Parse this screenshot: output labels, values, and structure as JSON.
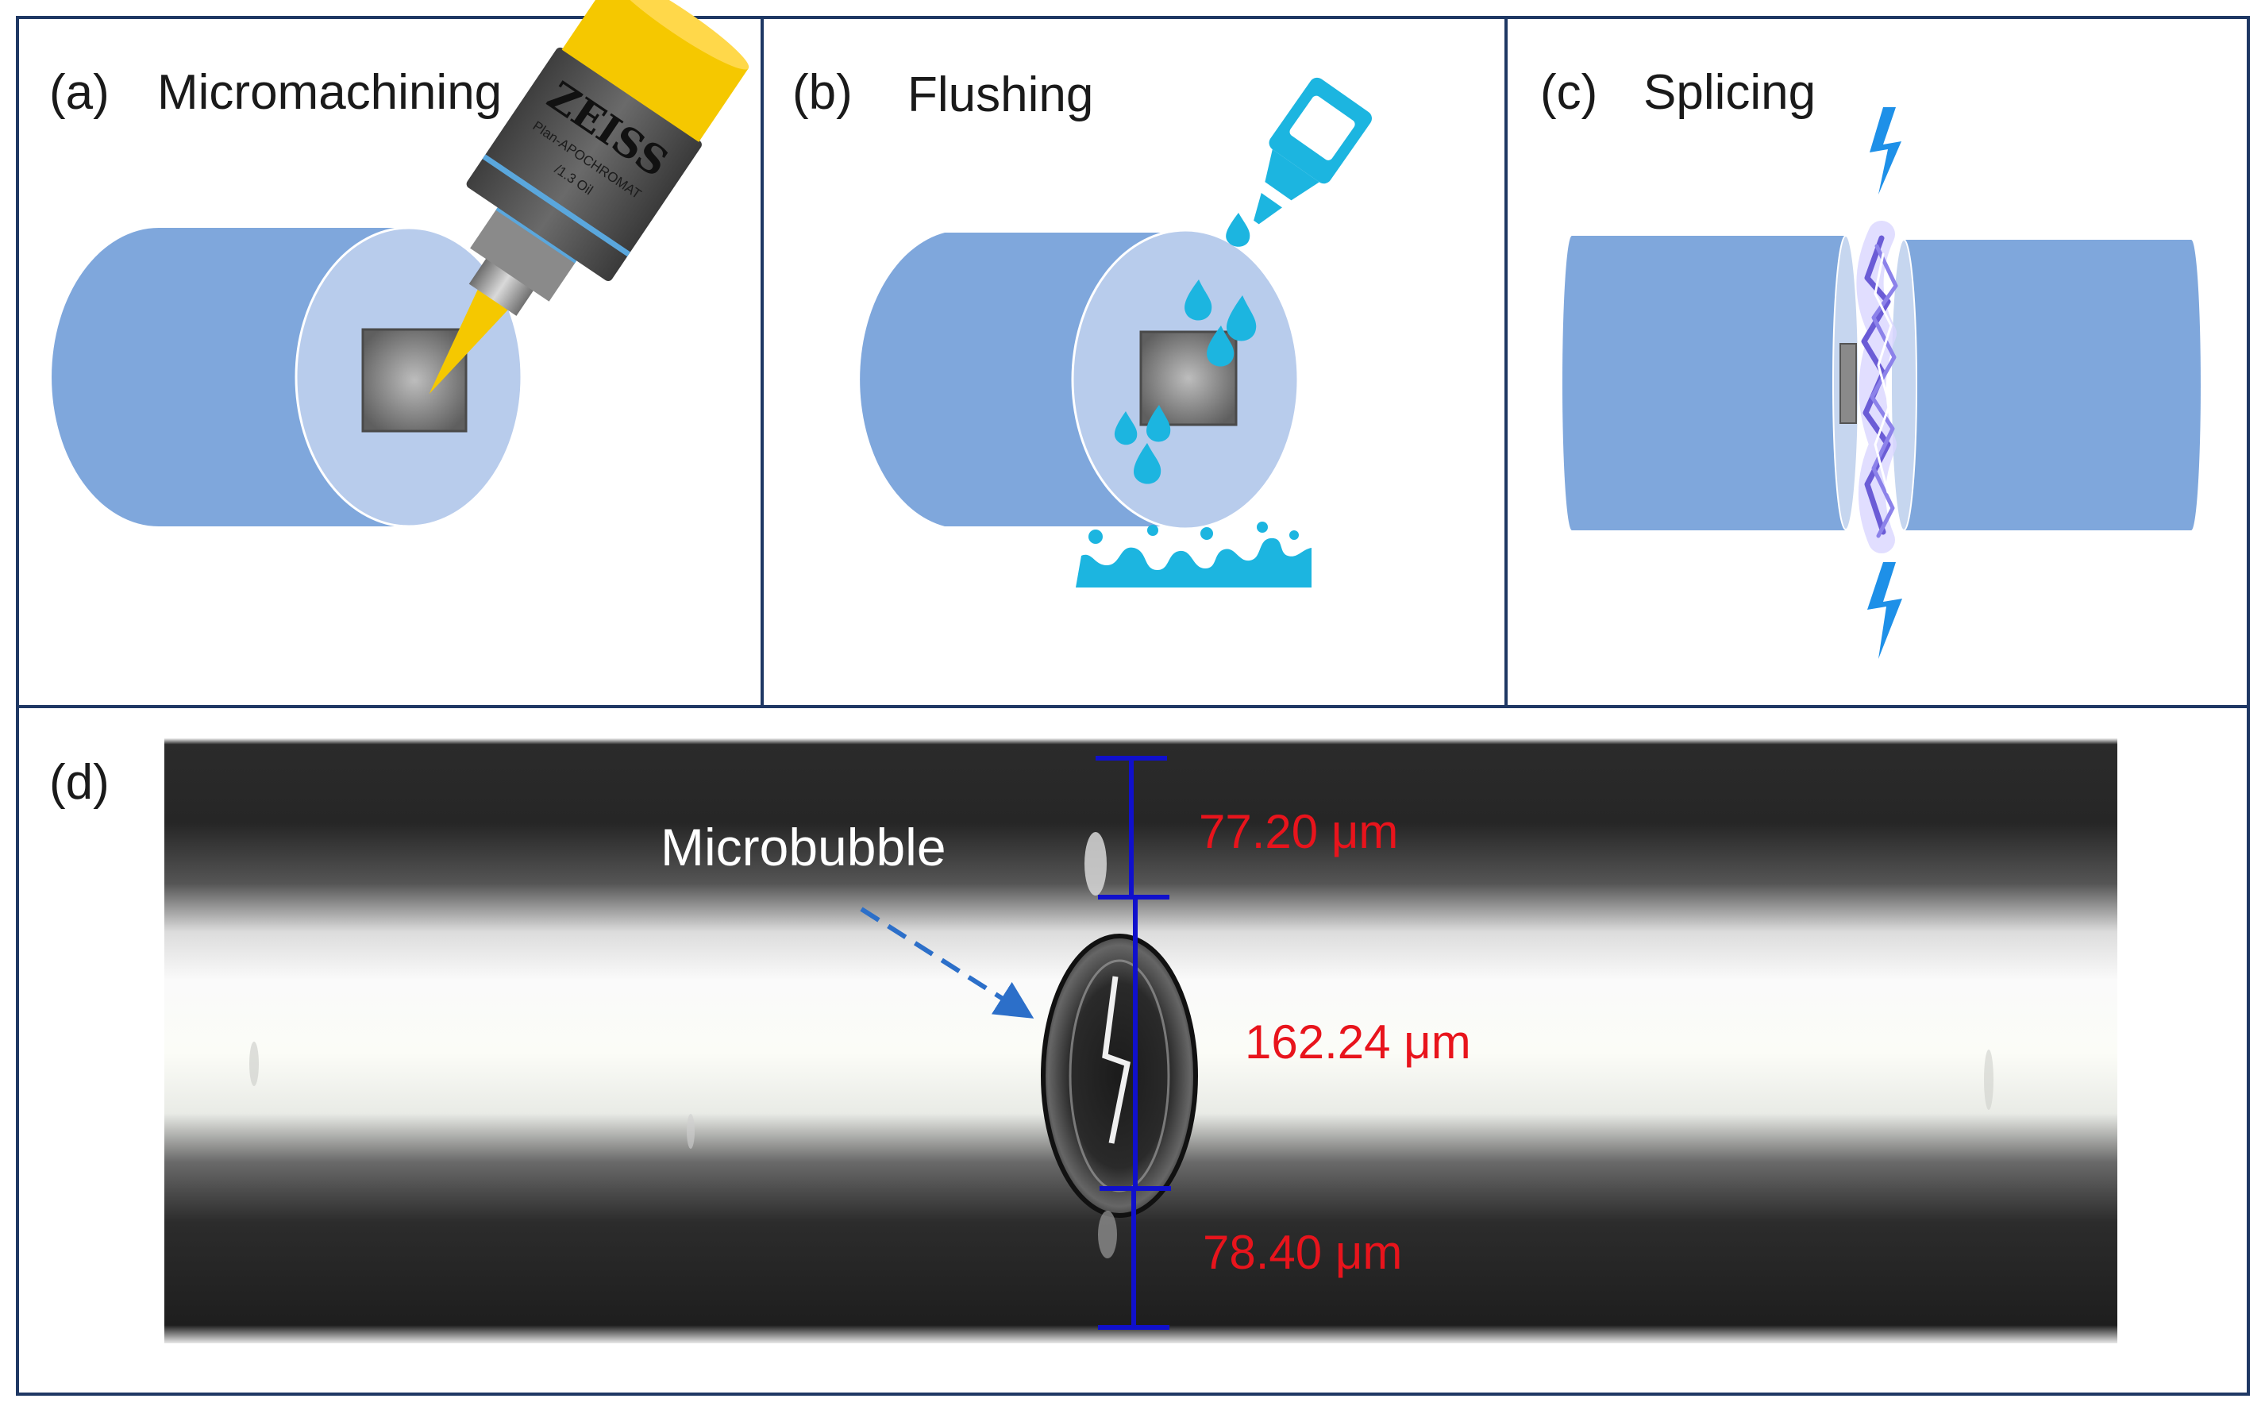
{
  "panels": {
    "a": {
      "tag": "(a)",
      "title": "Micromachining"
    },
    "b": {
      "tag": "(b)",
      "title": "Flushing"
    },
    "c": {
      "tag": "(c)",
      "title": "Splicing"
    },
    "d": {
      "tag": "(d)"
    }
  },
  "objective": {
    "brand": "ZEISS",
    "model": "Plan-APOCHROMAT",
    "spec": "/1.3 Oil"
  },
  "micrograph": {
    "annotation": "Microbubble",
    "measurements": {
      "top": "77.20 μm",
      "middle": "162.24 μm",
      "bottom": "78.40 μm"
    }
  },
  "colors": {
    "frame": "#1f3864",
    "fiber": "#7fa7dc",
    "fiber_face": "#b8ccec",
    "water": "#1cb5e0",
    "spark": "#6b5cd6",
    "scale_bar": "#1010cc",
    "measure_text": "#e8141c",
    "objective_tip": "#f5c800"
  }
}
